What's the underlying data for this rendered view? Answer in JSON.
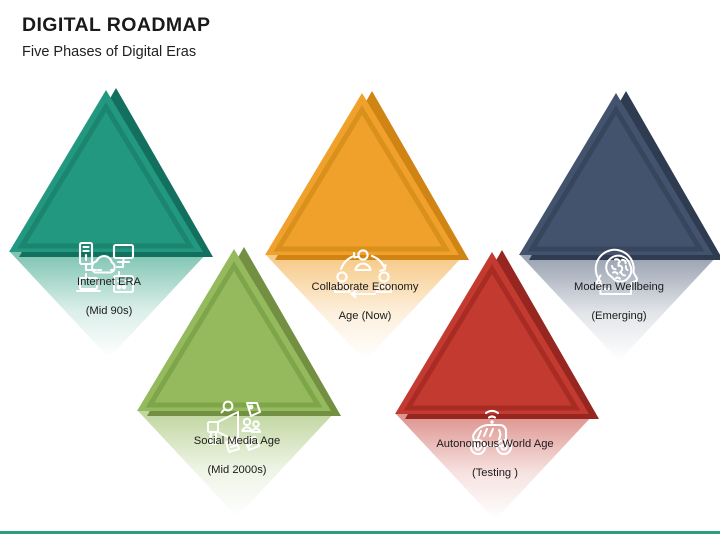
{
  "header": {
    "title": "DIGITAL ROADMAP",
    "subtitle": "Five Phases of Digital Eras"
  },
  "accent_line_color": "#2b9e7e",
  "phases": [
    {
      "id": "internet-era",
      "label": "Internet ERA\n(Mid 90s)",
      "label_line1": "Internet ERA",
      "label_line2": "(Mid 90s)",
      "icon": "cloud-network-icon",
      "color_main": "#21987f",
      "color_shadow": "#14705e",
      "color_inner_border": "#1b8570",
      "reflection_color": "#2b9e7e"
    },
    {
      "id": "social-media-age",
      "label": "Social Media Age\n(Mid 2000s)",
      "label_line1": "Social Media Age",
      "label_line2": "(Mid 2000s)",
      "icon": "megaphone-marketing-icon",
      "color_main": "#95ba5e",
      "color_shadow": "#728f42",
      "color_inner_border": "#7fa54a",
      "reflection_color": "#95ba5e"
    },
    {
      "id": "collaborate-economy-age",
      "label": "Collaborate Economy\nAge (Now)",
      "label_line1": "Collaborate Economy",
      "label_line2": "Age (Now)",
      "icon": "collaboration-people-icon",
      "color_main": "#f0a12c",
      "color_shadow": "#cf8413",
      "color_inner_border": "#d9901c",
      "reflection_color": "#f0a12c"
    },
    {
      "id": "autonomous-world-age",
      "label": "Autonomous World Age\n(Testing )",
      "label_line1": "Autonomous World Age",
      "label_line2": "(Testing )",
      "icon": "self-driving-car-icon",
      "color_main": "#c23a30",
      "color_shadow": "#96261f",
      "color_inner_border": "#a92c24",
      "reflection_color": "#c23a30"
    },
    {
      "id": "modern-wellbeing",
      "label": "Modern Wellbeing\n(Emerging)",
      "label_line1": "Modern Wellbeing",
      "label_line2": "(Emerging)",
      "icon": "brain-head-icon",
      "color_main": "#43536e",
      "color_shadow": "#2f3b51",
      "color_inner_border": "#37455d",
      "reflection_color": "#43536e"
    }
  ]
}
